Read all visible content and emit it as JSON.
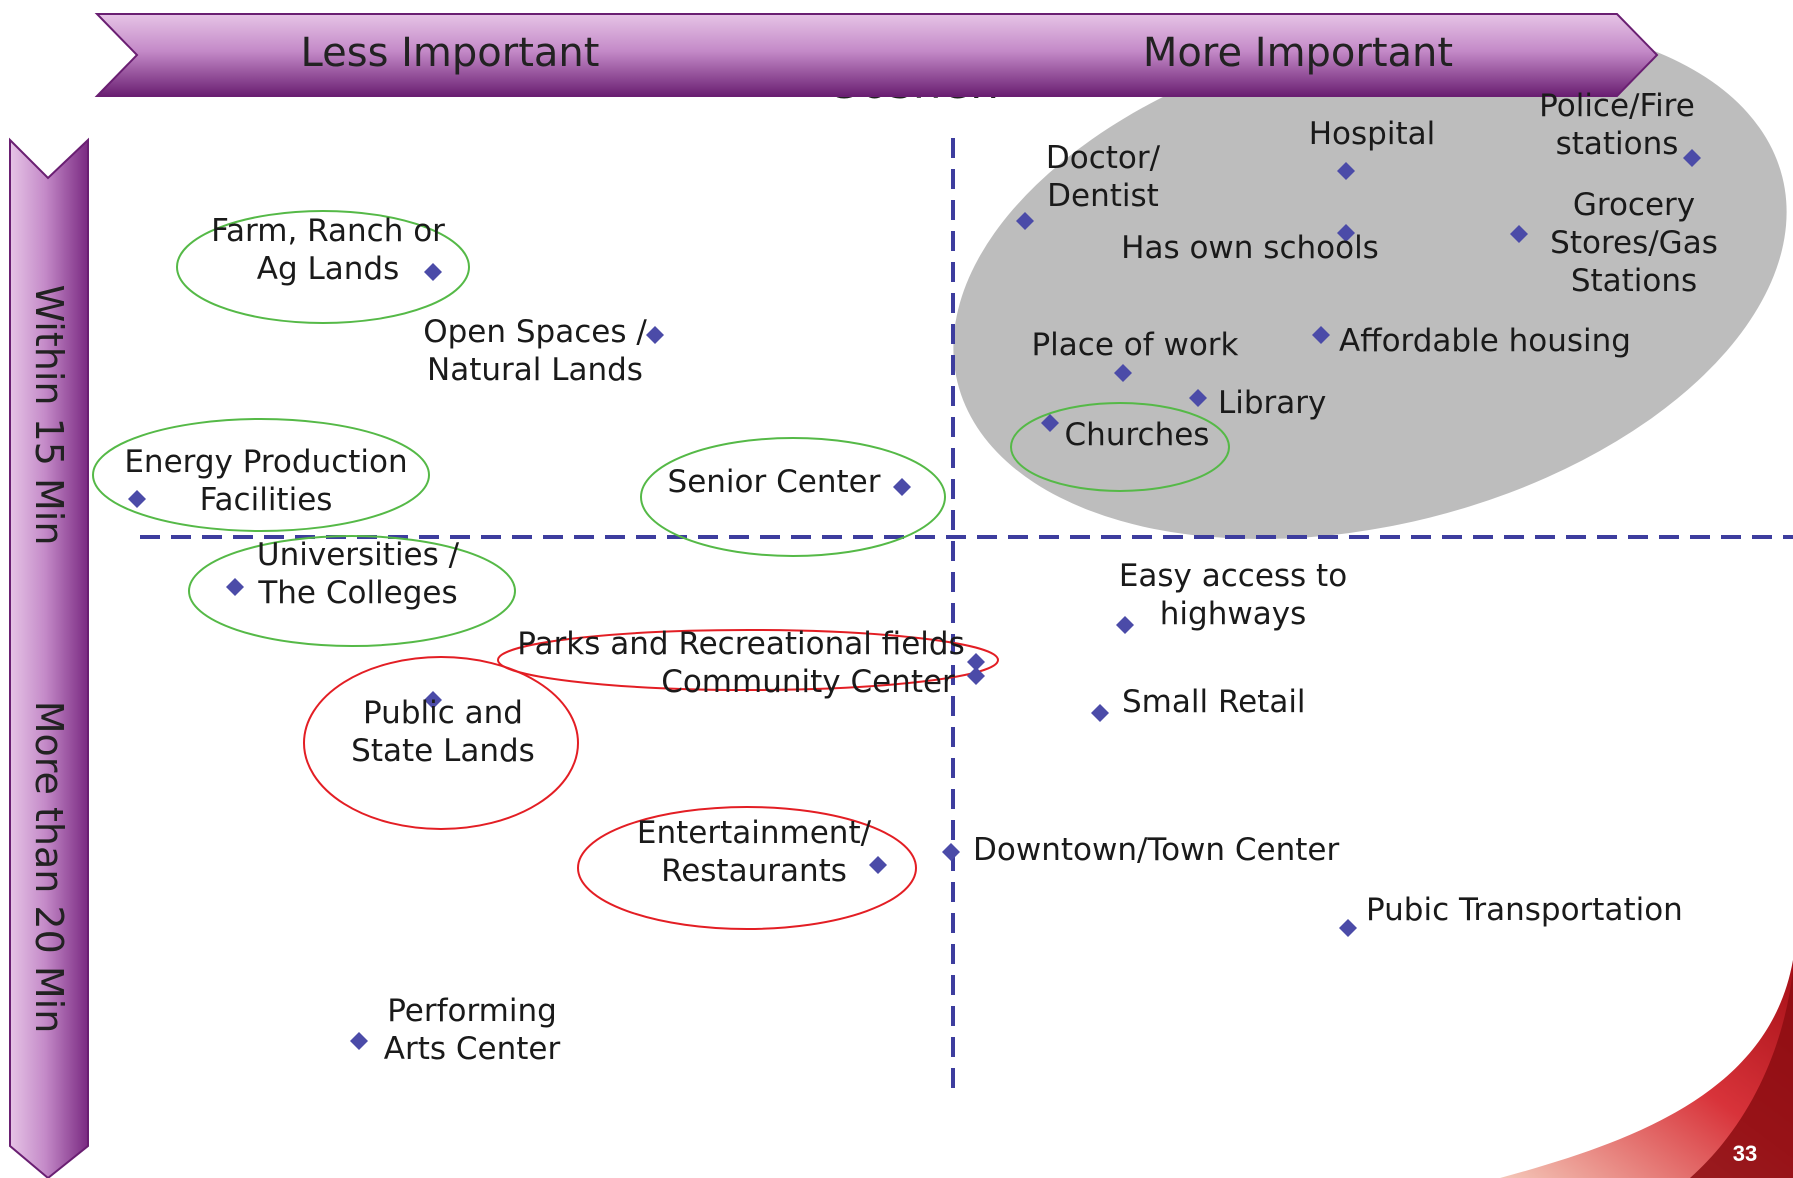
{
  "slide_title_partial": "Goshen",
  "page_number": "33",
  "colors": {
    "banner": "#b06ab5",
    "banner_dark": "#6a1f72",
    "marker": "#4b4ba8",
    "divider": "#3d3d9e",
    "highlight_region": "#bdbdbd",
    "circle_green": "#55b947",
    "circle_red": "#e31e24",
    "corner_accent": "#c8161e"
  },
  "chart_data": {
    "type": "scatter",
    "title": "",
    "x_axis": {
      "left_label": "Less Important",
      "right_label": "More Important"
    },
    "y_axis": {
      "top_label": "Within 15 Min",
      "bottom_label": "More than 20 Min"
    },
    "grid": false,
    "quadrant_dividers": true,
    "legend": "none",
    "points": [
      {
        "label": [
          "Police/Fire",
          "stations"
        ],
        "highlight": "none"
      },
      {
        "label": [
          "Hospital"
        ],
        "highlight": "none"
      },
      {
        "label": [
          "Doctor/",
          "Dentist"
        ],
        "highlight": "none"
      },
      {
        "label": [
          "Has own schools"
        ],
        "highlight": "none"
      },
      {
        "label": [
          "Grocery",
          "Stores/Gas",
          "Stations"
        ],
        "highlight": "none"
      },
      {
        "label": [
          "Affordable housing"
        ],
        "highlight": "none"
      },
      {
        "label": [
          "Place of work"
        ],
        "highlight": "none"
      },
      {
        "label": [
          "Library"
        ],
        "highlight": "none"
      },
      {
        "label": [
          "Churches"
        ],
        "highlight": "green"
      },
      {
        "label": [
          "Farm, Ranch or",
          "Ag Lands"
        ],
        "highlight": "green"
      },
      {
        "label": [
          "Open Spaces /",
          "Natural Lands"
        ],
        "highlight": "none"
      },
      {
        "label": [
          "Energy Production",
          "Facilities"
        ],
        "highlight": "green"
      },
      {
        "label": [
          "Senior Center"
        ],
        "highlight": "green"
      },
      {
        "label": [
          "Universities /",
          "The Colleges"
        ],
        "highlight": "green"
      },
      {
        "label": [
          "Parks and Recreational fields"
        ],
        "highlight": "red"
      },
      {
        "label": [
          "Community Center"
        ],
        "highlight": "none"
      },
      {
        "label": [
          "Public and",
          "State Lands"
        ],
        "highlight": "red"
      },
      {
        "label": [
          "Entertainment/",
          "Restaurants"
        ],
        "highlight": "red"
      },
      {
        "label": [
          "Easy access to",
          "highways"
        ],
        "highlight": "none"
      },
      {
        "label": [
          "Small Retail"
        ],
        "highlight": "none"
      },
      {
        "label": [
          "Downtown/Town Center"
        ],
        "highlight": "none"
      },
      {
        "label": [
          "Pubic Transportation"
        ],
        "highlight": "none"
      },
      {
        "label": [
          "Performing",
          "Arts Center"
        ],
        "highlight": "none"
      }
    ]
  }
}
